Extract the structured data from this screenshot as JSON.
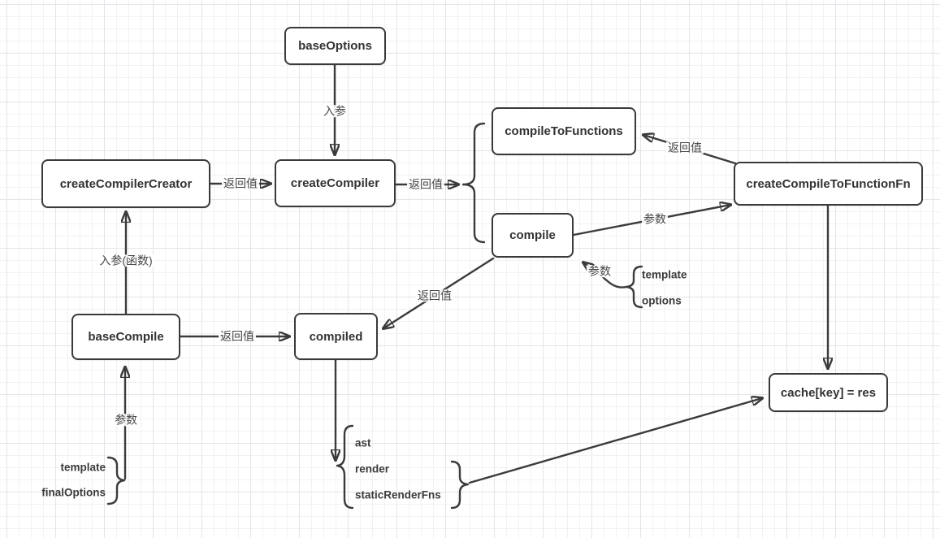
{
  "nodes": {
    "base_options": {
      "label": "baseOptions"
    },
    "create_compiler_creator": {
      "label": "createCompilerCreator"
    },
    "create_compiler": {
      "label": "createCompiler"
    },
    "compile_to_functions": {
      "label": "compileToFunctions"
    },
    "compile": {
      "label": "compile"
    },
    "create_compile_to_function_fn": {
      "label": "createCompileToFunctionFn"
    },
    "base_compile": {
      "label": "baseCompile"
    },
    "compiled": {
      "label": "compiled"
    },
    "cache_assignment": {
      "label": "cache[key] = res"
    }
  },
  "edge_labels": {
    "base_options_to_create_compiler": "入参",
    "creator_to_create_compiler": "返回值",
    "create_compiler_to_group": "返回值",
    "fn_to_compile_to_functions": "返回值",
    "compile_to_fn": "参数",
    "args_to_compile": "参数",
    "compile_to_compiled": "返回值",
    "base_compile_to_compiled": "返回值",
    "base_compile_to_creator": "入参(函数)",
    "args_to_base_compile": "参数"
  },
  "groups": {
    "compile_args": [
      "template",
      "options"
    ],
    "base_compile_args": [
      "template",
      "finalOptions"
    ],
    "compiled_outputs": [
      "ast",
      "render",
      "staticRenderFns"
    ]
  },
  "colors": {
    "stroke": "#3b3b3b",
    "node_fill": "#ffffff",
    "node_text": "#333333",
    "label_text": "#474747",
    "grid_minor": "#f2f2f6",
    "grid_major": "#e4e4ea"
  }
}
